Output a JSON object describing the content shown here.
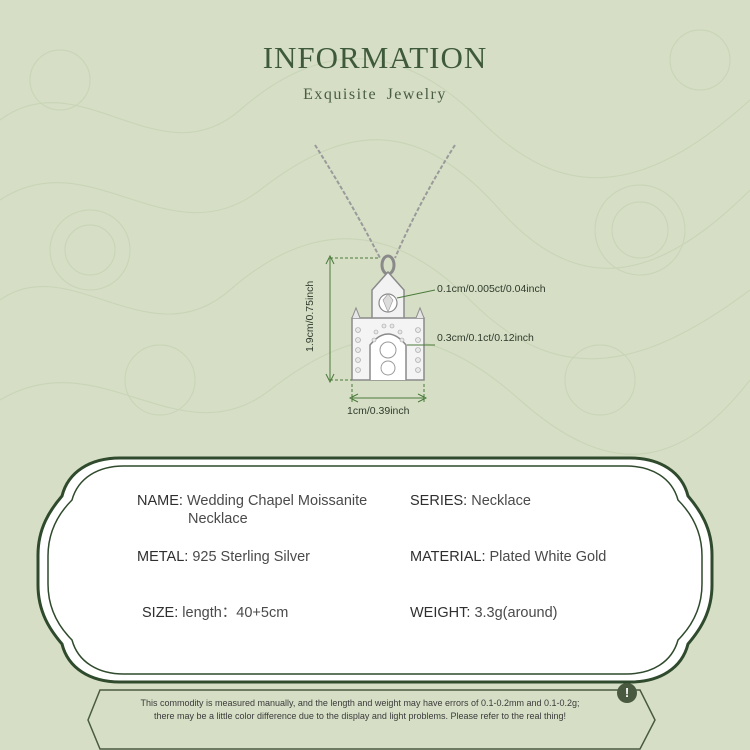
{
  "header": {
    "title": "INFORMATION",
    "subtitle": "Exquisite Jewelry"
  },
  "dimensions": {
    "top_stone": "0.1cm/0.005ct/0.04inch",
    "middle_stone": "0.3cm/0.1ct/0.12inch",
    "width": "1cm/0.39inch",
    "height": "1.9cm/0.75inch"
  },
  "details": {
    "name_label": "NAME:",
    "name_value_line1": "Wedding Chapel Moissanite",
    "name_value_line2": "Necklace",
    "series_label": "SERIES:",
    "series_value": "Necklace",
    "metal_label": "METAL:",
    "metal_value": "925 Sterling Silver",
    "material_label": "MATERIAL:",
    "material_value": "Plated White Gold",
    "size_label": "SIZE:",
    "size_value": "length：40+5cm",
    "weight_label": "WEIGHT:",
    "weight_value": "3.3g(around)"
  },
  "notice": {
    "line1": "This commodity is measured manually, and the length and weight may have errors of 0.1-0.2mm and 0.1-0.2g;",
    "line2": "there may be a little color difference due to the display and light problems. Please refer to the real thing!",
    "icon_symbol": "!",
    "icon": "exclamation-icon"
  },
  "colors": {
    "background": "#d6dfc6",
    "accent": "#3f5a3a",
    "card": "#ffffff"
  }
}
